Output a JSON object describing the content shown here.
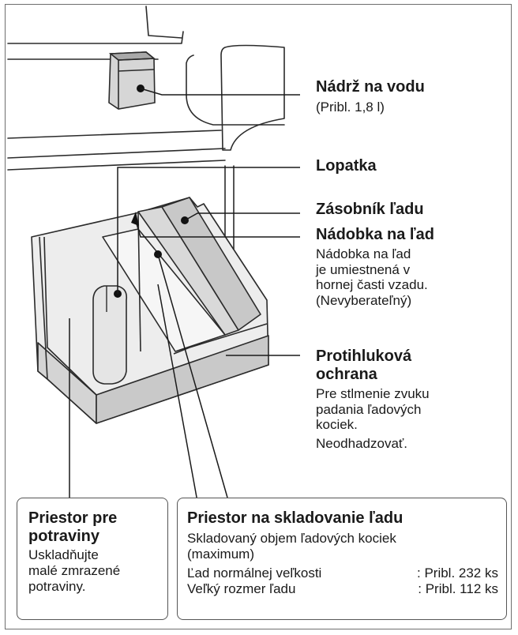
{
  "callouts": {
    "water_tank": {
      "title": "Nádrž na vodu",
      "note": "(Pribl. 1,8 l)"
    },
    "scoop": {
      "title": "Lopatka"
    },
    "ice_storage": {
      "title": "Zásobník ľadu"
    },
    "ice_tray": {
      "title": "Nádobka na ľad",
      "lines": [
        "Nádobka na ľad",
        "je umiestnená v",
        "hornej časti vzadu.",
        "(Nevyberateľný)"
      ]
    },
    "noise_guard": {
      "title_lines": [
        "Protihluková",
        "ochrana"
      ],
      "lines": [
        "Pre stlmenie zvuku",
        "padania ľadových",
        "kociek.",
        "Neodhadzovať."
      ]
    }
  },
  "food_box": {
    "title_lines": [
      "Priestor pre",
      "potraviny"
    ],
    "lines": [
      "Uskladňujte",
      "malé zmrazené",
      "potraviny."
    ]
  },
  "ice_box": {
    "title": "Priestor na skladovanie ľadu",
    "desc_lines": [
      "Skladovaný objem ľadových kociek",
      "(maximum)"
    ],
    "rows": [
      {
        "label": "Ľad normálnej veľkosti",
        "value": ": Pribl. 232 ks"
      },
      {
        "label": "Veľký rozmer ľadu",
        "value": ": Pribl. 112 ks"
      }
    ]
  }
}
